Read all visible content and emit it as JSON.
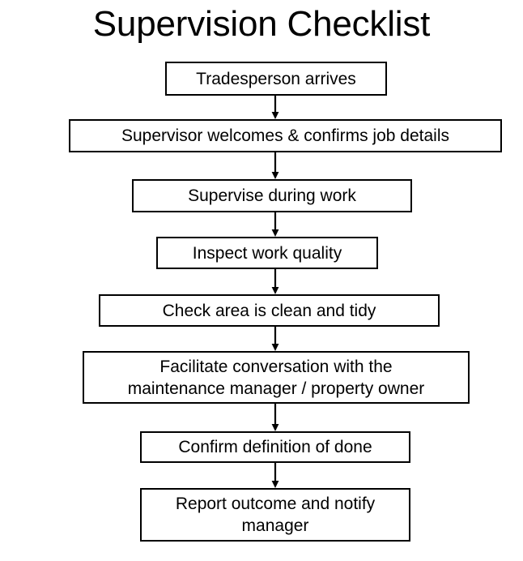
{
  "page": {
    "title": "Supervision Checklist",
    "background_color": "#ffffff",
    "line_color": "#000000",
    "text_color": "#000000"
  },
  "flowchart": {
    "type": "flowchart",
    "orientation": "top-to-bottom",
    "node_shape": "rectangle",
    "connector_style": "straight-arrow",
    "nodes": [
      {
        "id": "step-1",
        "label": "Tradesperson arrives"
      },
      {
        "id": "step-2",
        "label": "Supervisor welcomes & confirms job details"
      },
      {
        "id": "step-3",
        "label": "Supervise during work"
      },
      {
        "id": "step-4",
        "label": "Inspect work quality"
      },
      {
        "id": "step-5",
        "label": "Check area is clean and tidy"
      },
      {
        "id": "step-6",
        "label": "Facilitate conversation with the\nmaintenance manager / property owner"
      },
      {
        "id": "step-7",
        "label": "Confirm definition of done"
      },
      {
        "id": "step-8",
        "label": "Report outcome and notify\nmanager"
      }
    ],
    "edges": [
      {
        "from": "step-1",
        "to": "step-2"
      },
      {
        "from": "step-2",
        "to": "step-3"
      },
      {
        "from": "step-3",
        "to": "step-4"
      },
      {
        "from": "step-4",
        "to": "step-5"
      },
      {
        "from": "step-5",
        "to": "step-6"
      },
      {
        "from": "step-6",
        "to": "step-7"
      },
      {
        "from": "step-7",
        "to": "step-8"
      }
    ]
  }
}
